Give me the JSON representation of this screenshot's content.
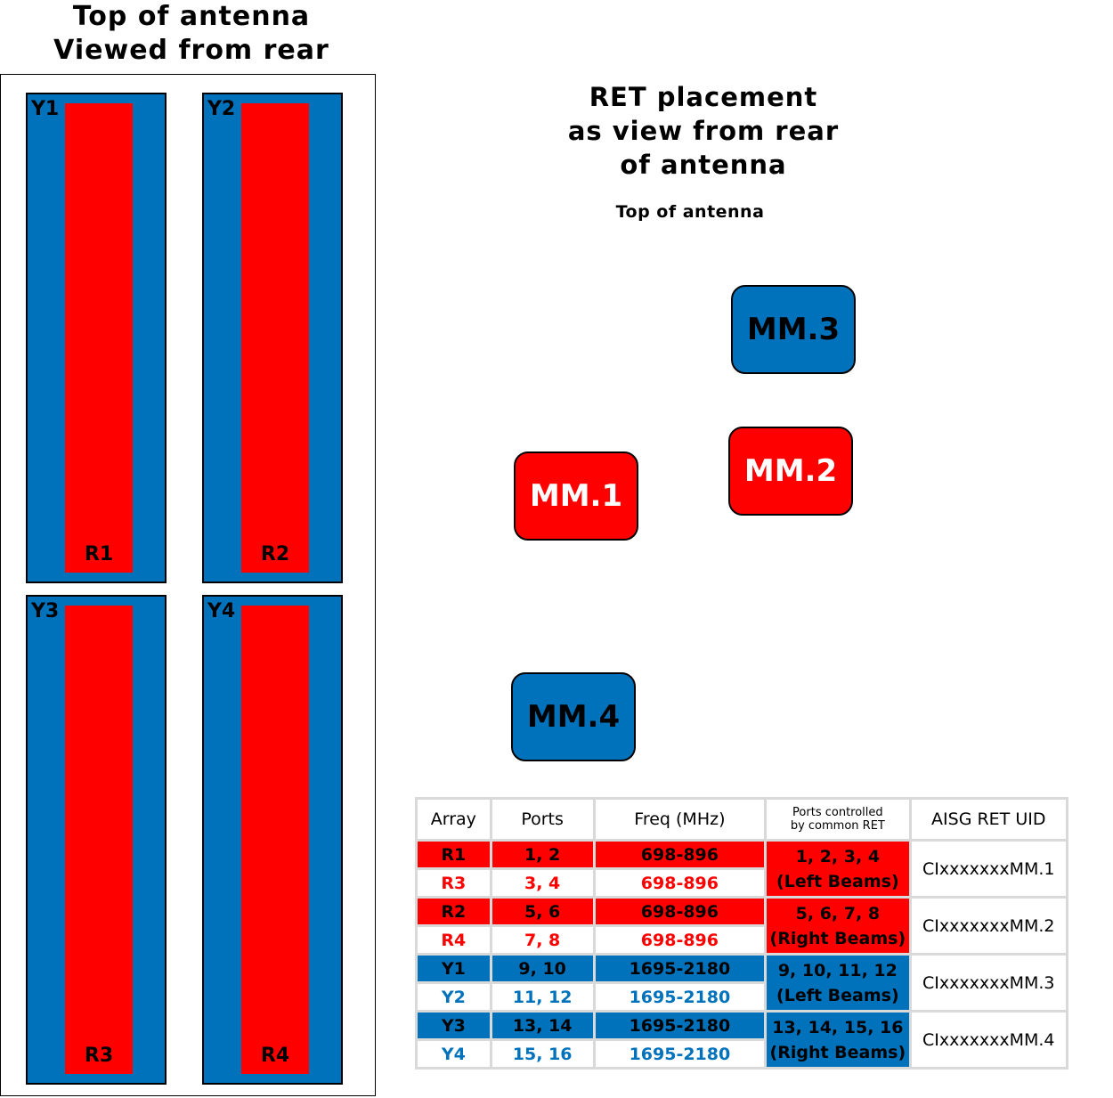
{
  "left_title": {
    "line1": "Top of antenna",
    "line2": "Viewed from rear"
  },
  "arrays": [
    {
      "y": "Y1",
      "r": "R1"
    },
    {
      "y": "Y2",
      "r": "R2"
    },
    {
      "y": "Y3",
      "r": "R3"
    },
    {
      "y": "Y4",
      "r": "R4"
    }
  ],
  "ret_title": {
    "line1": "RET placement",
    "line2": "as view from rear",
    "line3": "of antenna"
  },
  "top_label": "Top of antenna",
  "rets": {
    "mm1": "MM.1",
    "mm2": "MM.2",
    "mm3": "MM.3",
    "mm4": "MM.4"
  },
  "colors": {
    "red": "#ff0000",
    "blue": "#0072bb"
  },
  "table": {
    "headers": {
      "array": "Array",
      "ports": "Ports",
      "freq": "Freq (MHz)",
      "ctrl_line1": "Ports controlled",
      "ctrl_line2": "by common RET",
      "uid": "AISG RET UID"
    },
    "rows": [
      {
        "array": "R1",
        "ports": "1, 2",
        "freq": "698-896"
      },
      {
        "array": "R3",
        "ports": "3, 4",
        "freq": "698-896"
      },
      {
        "array": "R2",
        "ports": "5, 6",
        "freq": "698-896"
      },
      {
        "array": "R4",
        "ports": "7, 8",
        "freq": "698-896"
      },
      {
        "array": "Y1",
        "ports": "9, 10",
        "freq": "1695-2180"
      },
      {
        "array": "Y2",
        "ports": "11, 12",
        "freq": "1695-2180"
      },
      {
        "array": "Y3",
        "ports": "13, 14",
        "freq": "1695-2180"
      },
      {
        "array": "Y4",
        "ports": "15, 16",
        "freq": "1695-2180"
      }
    ],
    "groups": [
      {
        "ports": "1, 2, 3, 4",
        "beams": "(Left Beams)",
        "uid": "CIxxxxxxxMM.1"
      },
      {
        "ports": "5, 6, 7, 8",
        "beams": "(Right Beams)",
        "uid": "CIxxxxxxxMM.2"
      },
      {
        "ports": "9, 10, 11, 12",
        "beams": "(Left Beams)",
        "uid": "CIxxxxxxxMM.3"
      },
      {
        "ports": "13, 14, 15, 16",
        "beams": "(Right Beams)",
        "uid": "CIxxxxxxxMM.4"
      }
    ]
  }
}
